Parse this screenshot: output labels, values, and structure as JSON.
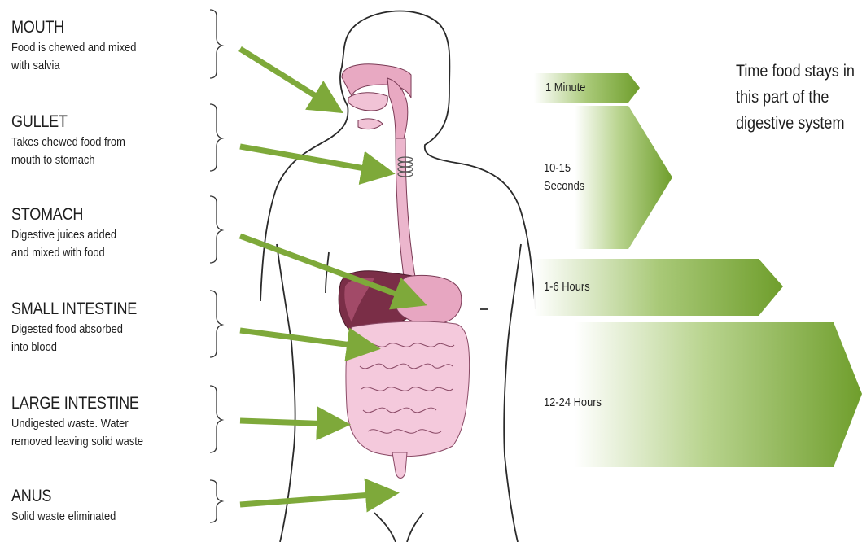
{
  "organs": [
    {
      "name": "MOUTH",
      "description": "Food is chewed and mixed\nwith salvia"
    },
    {
      "name": "GULLET",
      "description": "Takes chewed food from\nmouth to stomach"
    },
    {
      "name": "STOMACH",
      "description": "Digestive juices added\nand mixed with food"
    },
    {
      "name": "SMALL INTESTINE",
      "description": "Digested food absorbed\ninto blood"
    },
    {
      "name": "LARGE INTESTINE",
      "description": "Undigested waste. Water\nremoved leaving solid waste"
    },
    {
      "name": "ANUS",
      "description": "Solid waste eliminated"
    }
  ],
  "times": [
    {
      "label": "1 Minute"
    },
    {
      "label": "10-15\nSeconds"
    },
    {
      "label": "1-6 Hours"
    },
    {
      "label": "12-24 Hours"
    }
  ],
  "legend": "Time food stays in this part of the digestive system",
  "colors": {
    "arrow": "#7ea93a",
    "band_dark": "#6f9e2c",
    "band_light": "#ffffff",
    "organ_pink": "#e9b4cc",
    "liver": "#7a2e47"
  }
}
